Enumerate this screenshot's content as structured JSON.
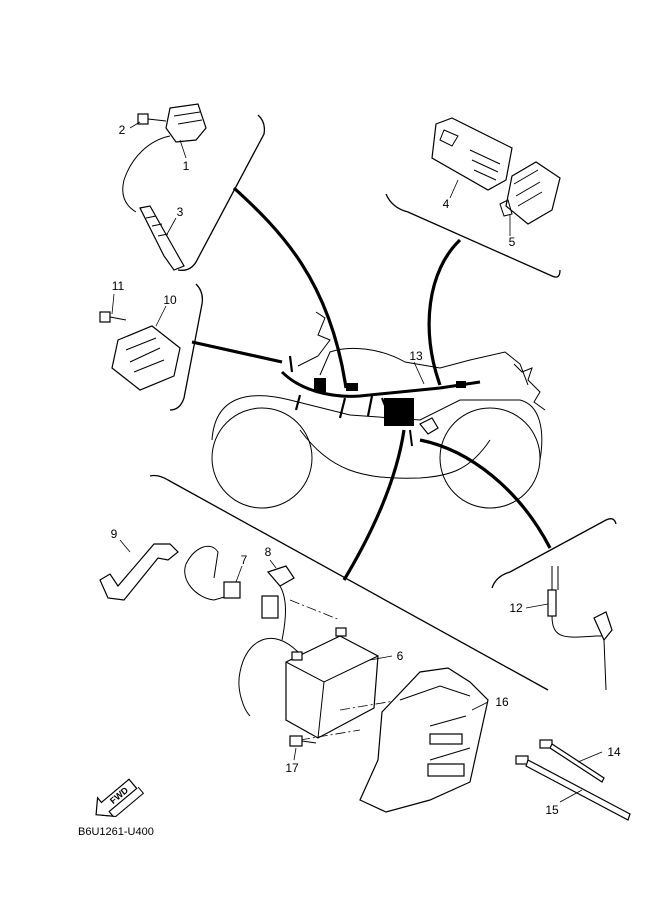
{
  "diagram": {
    "callouts": [
      {
        "id": "1",
        "text": "1"
      },
      {
        "id": "2",
        "text": "2"
      },
      {
        "id": "3",
        "text": "3"
      },
      {
        "id": "4",
        "text": "4"
      },
      {
        "id": "5",
        "text": "5"
      },
      {
        "id": "6",
        "text": "6"
      },
      {
        "id": "7",
        "text": "7"
      },
      {
        "id": "8",
        "text": "8"
      },
      {
        "id": "9",
        "text": "9"
      },
      {
        "id": "10",
        "text": "10"
      },
      {
        "id": "11",
        "text": "11"
      },
      {
        "id": "12",
        "text": "12"
      },
      {
        "id": "13",
        "text": "13"
      },
      {
        "id": "14",
        "text": "14"
      },
      {
        "id": "15",
        "text": "15"
      },
      {
        "id": "16",
        "text": "16"
      },
      {
        "id": "17",
        "text": "17"
      }
    ],
    "fwd_label": "FWD",
    "drawing_code": "B6U1261-U400"
  }
}
